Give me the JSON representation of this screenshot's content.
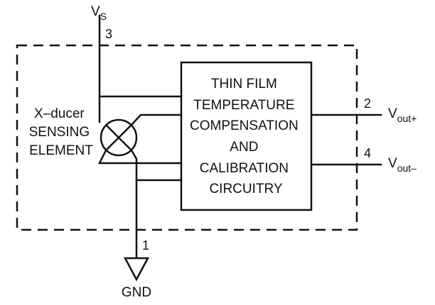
{
  "supply": {
    "label": "V",
    "subscript": "S",
    "pin": "3"
  },
  "ground": {
    "label": "GND",
    "pin": "1"
  },
  "sensor": {
    "lines": [
      "X–ducer",
      "SENSING",
      "ELEMENT"
    ]
  },
  "circuit_block": {
    "lines": [
      "THIN FILM",
      "TEMPERATURE",
      "COMPENSATION",
      "AND",
      "CALIBRATION",
      "CIRCUITRY"
    ]
  },
  "outputs": [
    {
      "pin": "2",
      "label": "V",
      "subscript": "out+"
    },
    {
      "pin": "4",
      "label": "V",
      "subscript": "out–"
    }
  ],
  "icons": {
    "sensor_symbol": "circle-with-cross",
    "ground_symbol": "ground-triangle"
  }
}
